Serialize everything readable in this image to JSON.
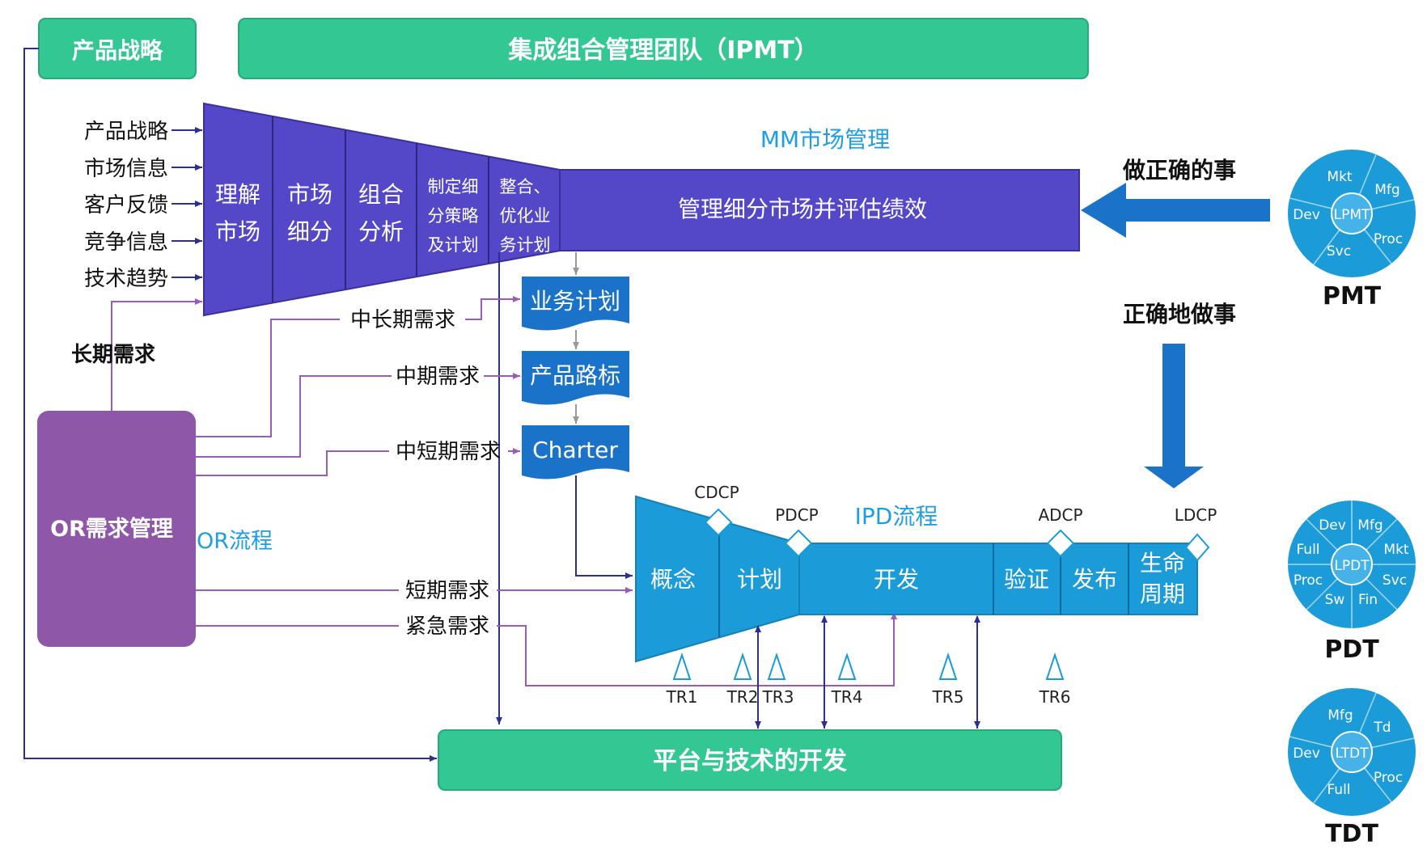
{
  "top": {
    "product_strategy": "产品战略",
    "ipmt": "集成组合管理团队（IPMT）"
  },
  "inputs": [
    "产品战略",
    "市场信息",
    "客户反馈",
    "竞争信息",
    "技术趋势"
  ],
  "mm": {
    "title": "MM市场管理",
    "stage1": [
      "理解",
      "市场"
    ],
    "stage2": [
      "市场",
      "细分"
    ],
    "stage3": [
      "组合",
      "分析"
    ],
    "stage4": [
      "制定细",
      "分策略",
      "及计划"
    ],
    "stage5": [
      "整合、",
      "优化业",
      "务计划"
    ],
    "bar": "管理细分市场并评估绩效"
  },
  "docs": {
    "business_plan": "业务计划",
    "roadmap": "产品路标",
    "charter": "Charter"
  },
  "or": {
    "box": "OR需求管理",
    "flow": "OR流程",
    "long_term": "长期需求",
    "mid_long": "中长期需求",
    "mid": "中期需求",
    "mid_short": "中短期需求",
    "short": "短期需求",
    "urgent": "紧急需求"
  },
  "ipd": {
    "title": "IPD流程",
    "stages": [
      "概念",
      "计划",
      "开发",
      "验证",
      "发布"
    ],
    "lifecycle": [
      "生命",
      "周期"
    ],
    "decisions": [
      "CDCP",
      "PDCP",
      "ADCP",
      "LDCP"
    ],
    "reviews": [
      "TR1",
      "TR2",
      "TR3",
      "TR4",
      "TR5",
      "TR6"
    ]
  },
  "platform": "平台与技术的开发",
  "right": {
    "do_right": "做正确的事",
    "do_rightly": "正确地做事",
    "pmt": {
      "center": "LPMT",
      "items": [
        "Mkt",
        "Mfg",
        "Proc",
        "Svc",
        "Dev"
      ],
      "label": "PMT"
    },
    "pdt": {
      "center": "LPDT",
      "items": [
        "Dev",
        "Mfg",
        "Mkt",
        "Svc",
        "Fin",
        "Sw",
        "Proc",
        "Full"
      ],
      "label": "PDT"
    },
    "tdt": {
      "center": "LTDT",
      "items": [
        "Mfg",
        "Td",
        "Proc",
        "Full",
        "Dev"
      ],
      "label": "TDT"
    }
  },
  "colors": {
    "green": "#33c794",
    "indigo": "#5448c8",
    "blue": "#1b73c9",
    "cyan": "#1b9bd8",
    "purple": "#8e57a8"
  }
}
